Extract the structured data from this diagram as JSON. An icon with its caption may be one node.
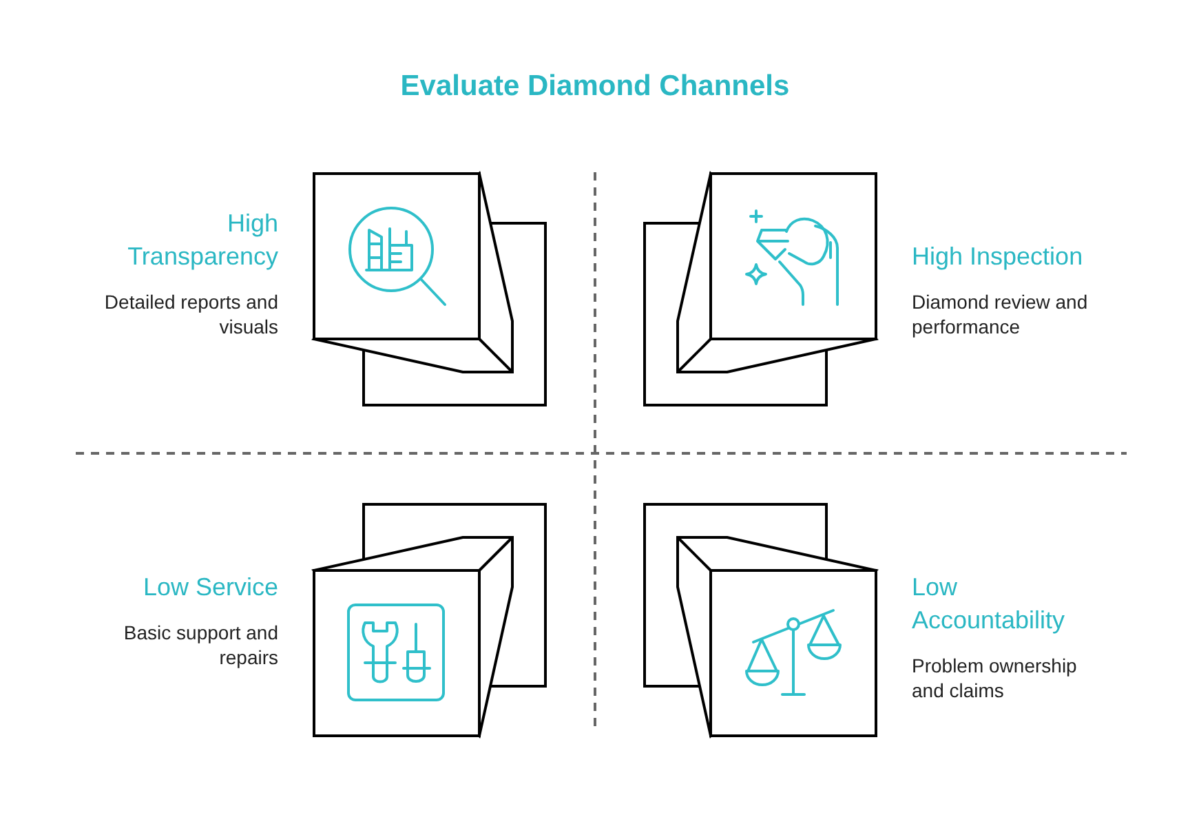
{
  "diagram": {
    "title": "Evaluate Diamond Channels",
    "nodes": [
      {
        "text": [
          "High Transparency",
          "Detailed reports and visuals"
        ]
      },
      {
        "text": [
          "High Inspection",
          "Diamond review and performance"
        ]
      },
      {
        "text": [
          "Low Service",
          "Basic support and repairs"
        ]
      },
      {
        "text": [
          "Low Accountability",
          "Problem ownership and claims"
        ]
      }
    ]
  }
}
